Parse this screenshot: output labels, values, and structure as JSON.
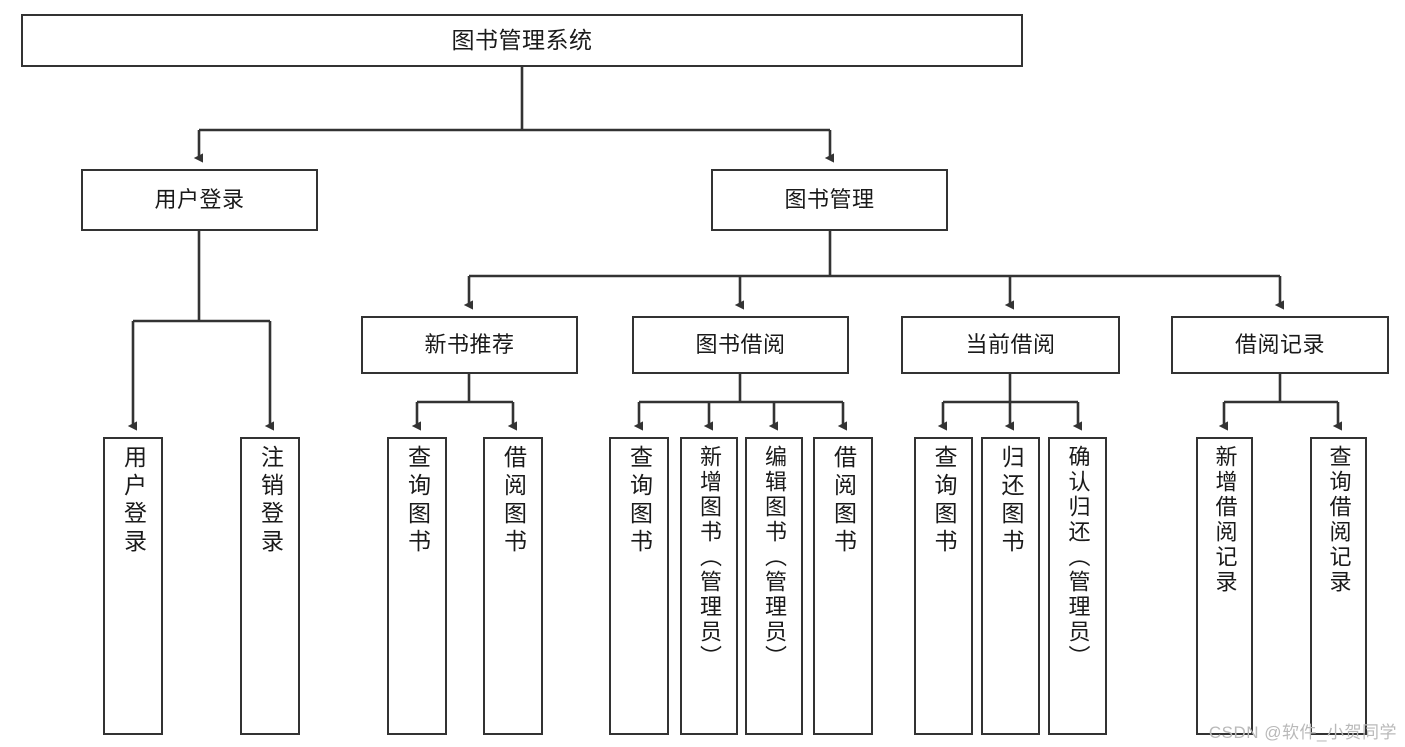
{
  "diagram": {
    "title": "图书管理系统",
    "type": "functional-structure-tree",
    "colors": {
      "box_border": "#333333",
      "box_fill": "#ffffff",
      "edge": "#333333",
      "text": "#1a1a1a",
      "watermark": "#b9b9b9",
      "background": "#ffffff"
    },
    "watermark": "CSDN @软件_小贺同学",
    "levels": {
      "root": "图书管理系统",
      "level2": [
        "用户登录",
        "图书管理"
      ],
      "level3": [
        "新书推荐",
        "图书借阅",
        "当前借阅",
        "借阅记录"
      ],
      "level4": [
        "用户登录",
        "注销登录",
        "查询图书",
        "借阅图书",
        "查询图书",
        "新增图书（管理员）",
        "编辑图书（管理员）",
        "借阅图书",
        "查询图书",
        "归还图书",
        "确认归还（管理员）",
        "新增借阅记录",
        "查询借阅记录"
      ]
    },
    "nodes": {
      "root": {
        "label": "图书管理系统"
      },
      "user_login": {
        "label": "用户登录"
      },
      "book_manage": {
        "label": "图书管理"
      },
      "new_book_rec": {
        "label": "新书推荐"
      },
      "book_borrow": {
        "label": "图书借阅"
      },
      "current_borrow": {
        "label": "当前借阅"
      },
      "borrow_record": {
        "label": "借阅记录"
      },
      "leaf_user_login": {
        "label": "用户登录"
      },
      "leaf_user_logout": {
        "label": "注销登录"
      },
      "leaf_rec_query_book": {
        "label": "查询图书"
      },
      "leaf_rec_borrow_book": {
        "label": "借阅图书"
      },
      "leaf_bw_query_book": {
        "label": "查询图书"
      },
      "leaf_bw_add_book": {
        "label": "新增图书（管理员）"
      },
      "leaf_bw_edit_book": {
        "label": "编辑图书（管理员）"
      },
      "leaf_bw_borrow_book": {
        "label": "借阅图书"
      },
      "leaf_cur_query_book": {
        "label": "查询图书"
      },
      "leaf_cur_return_book": {
        "label": "归还图书"
      },
      "leaf_cur_confirm_return": {
        "label": "确认归还（管理员）"
      },
      "leaf_rec_add_record": {
        "label": "新增借阅记录"
      },
      "leaf_rec_query_record": {
        "label": "查询借阅记录"
      }
    }
  }
}
